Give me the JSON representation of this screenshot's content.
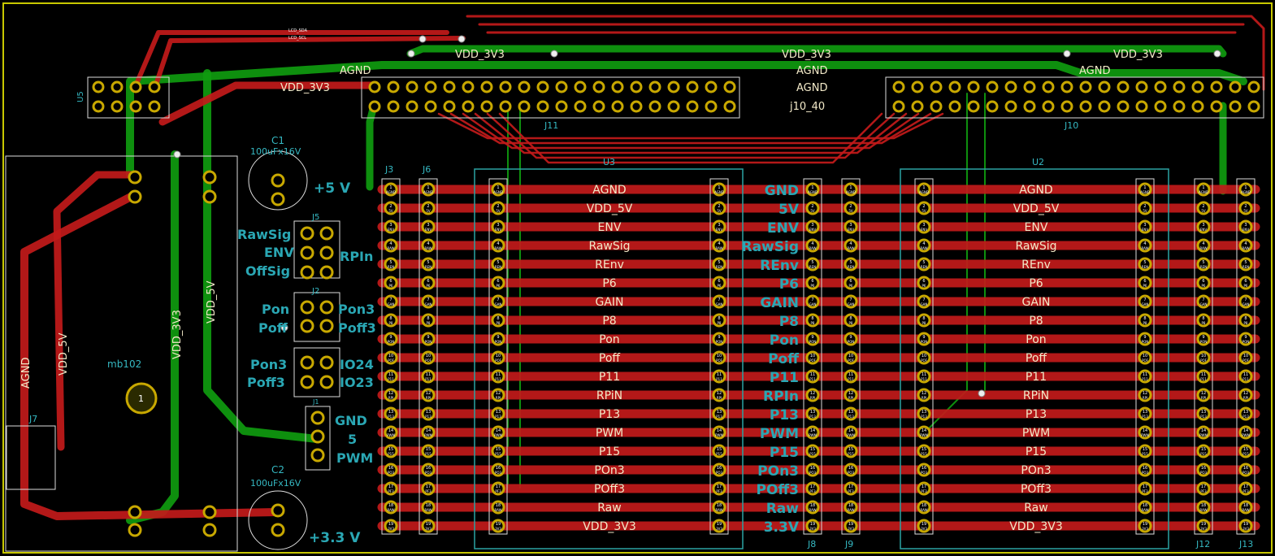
{
  "board": {
    "colors": {
      "background": "#000000",
      "top_copper": "#c21a1a",
      "bottom_copper": "#0f9b0f",
      "pad": "#c8a800",
      "silkscreen": "#35b8c2",
      "outline": "#c8c800"
    }
  },
  "headers": {
    "j10_label": "J10",
    "j11_label": "J11",
    "j10_40_label": "j10_40",
    "u5_label": "U5"
  },
  "top_nets": {
    "agnd": "AGND",
    "vdd_3v3": "VDD_3V3",
    "lcd_sda": "LCD_SDA",
    "lcd_scl": "LCD_SCL"
  },
  "module_u3": {
    "ref": "U3",
    "pins": [
      "AGND",
      "VDD_5V",
      "ENV",
      "RawSig",
      "REnv",
      "P6",
      "GAIN",
      "P8",
      "Pon",
      "Poff",
      "P11",
      "RPiN",
      "P13",
      "PWM",
      "P15",
      "POn3",
      "POff3",
      "Raw",
      "VDD_3V3"
    ]
  },
  "module_u2": {
    "ref": "U2",
    "pins": [
      "AGND",
      "VDD_5V",
      "ENV",
      "RawSig",
      "REnv",
      "P6",
      "GAIN",
      "P8",
      "Pon",
      "Poff",
      "P11",
      "RPiN",
      "P13",
      "PWM",
      "P15",
      "POn3",
      "POff3",
      "Raw",
      "VDD_3V3"
    ]
  },
  "center_labels": [
    "GND",
    "5V",
    "ENV",
    "RawSig",
    "REnv",
    "P6",
    "GAIN",
    "P8",
    "Pon",
    "Poff",
    "P11",
    "RPIn",
    "P13",
    "PWM",
    "P15",
    "POn3",
    "POff3",
    "Raw",
    "3.3V"
  ],
  "connectors": {
    "j3": "J3",
    "j6": "J6",
    "j8": "J8",
    "j9": "J9",
    "j12": "J12",
    "j13": "J13",
    "j7": "J7",
    "j5": "J5",
    "j2": "J2",
    "j1": "J1"
  },
  "capacitors": {
    "c1_ref": "C1",
    "c1_value": "100uFx16V",
    "c1_rail": "+5 V",
    "c2_ref": "C2",
    "c2_value": "100uFx16V",
    "c2_rail": "+3.3 V"
  },
  "mounting": {
    "label": "mb102",
    "pin": "1"
  },
  "left_nets": {
    "agnd": "AGND",
    "vdd_5v": "VDD_5V",
    "vdd_3v3": "VDD_3V3",
    "vdd_5v_b": "VDD_5V"
  },
  "jumpers": {
    "rawsig": "RawSig",
    "env": "ENV",
    "offsig": "OffSig",
    "rpin": "RPIn",
    "pon": "Pon",
    "poff": "Poff",
    "pon3": "Pon3",
    "poff3": "Poff3",
    "pon3_b": "Pon3",
    "poff3_b": "Poff3",
    "io24": "IO24",
    "io23": "IO23",
    "gnd": "GND",
    "five": "5",
    "pwm": "PWM"
  },
  "pin_numbers": [
    "1",
    "2",
    "3",
    "4",
    "5",
    "6",
    "7",
    "8",
    "9",
    "10",
    "11",
    "12",
    "13",
    "14",
    "15",
    "16",
    "17",
    "18",
    "19"
  ],
  "pin_tags": [
    "AGND",
    "5V",
    "ENV",
    "RAW",
    "REN",
    "P6",
    "GAN",
    "P8",
    "PON",
    "POF",
    "P11",
    "RPI",
    "P13",
    "PWM",
    "P15",
    "PO3",
    "PF3",
    "RAW",
    "3V3"
  ]
}
